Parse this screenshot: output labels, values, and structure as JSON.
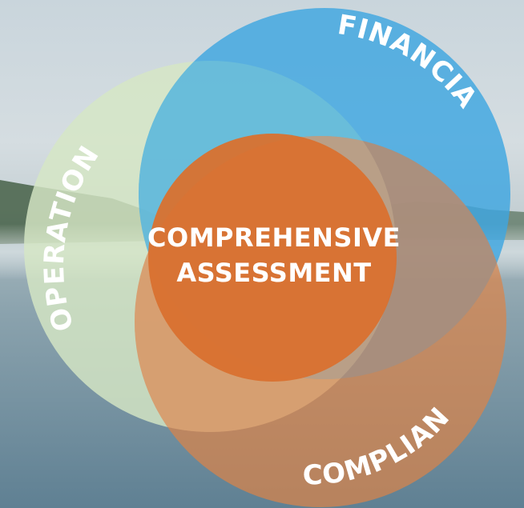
{
  "diagram": {
    "type": "venn",
    "circles": {
      "operational": {
        "label": "OPERATIONAL",
        "color": "#d6e6c4"
      },
      "financial": {
        "label": "FINANCIAL",
        "color": "#3ea6e0"
      },
      "compliance": {
        "label": "COMPLIANCE",
        "color": "#d9844a"
      }
    },
    "center": {
      "line1": "COMPREHENSIVE",
      "line2": "ASSESSMENT",
      "color": "#d9712f"
    }
  }
}
